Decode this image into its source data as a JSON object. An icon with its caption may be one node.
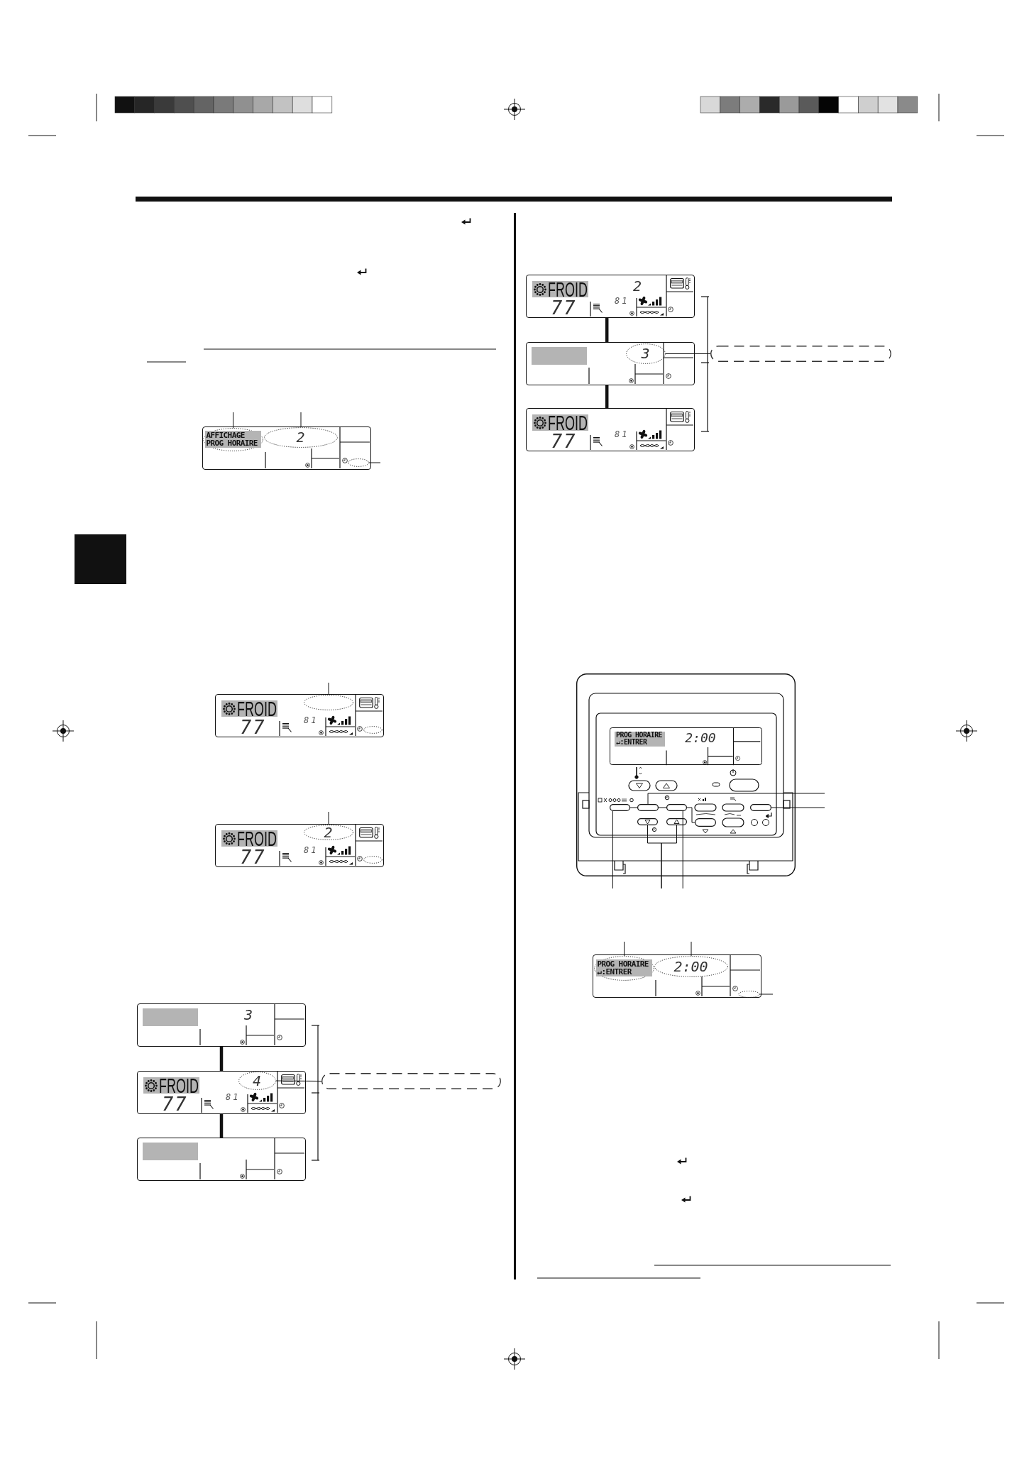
{
  "diagram": {
    "nodes": [
      {
        "text": [],
        "shape": "box"
      },
      {
        "text": [
          "AFFICHAGE PROG HORAIRE"
        ],
        "in": 0
      },
      {
        "text": [
          "2"
        ],
        "in": 0
      },
      {
        "text": [],
        "shape": "ellipse",
        "in": 0
      },
      {
        "text": [],
        "shape": "box"
      },
      {
        "text": [
          "FROID",
          "77",
          "81"
        ]
      },
      {
        "text": [],
        "shape": "ellipse",
        "in": 5
      },
      {
        "text": [],
        "shape": "ellipse",
        "in": 5
      },
      {
        "text": [
          "FROID",
          "77",
          "81"
        ]
      },
      {
        "text": [
          "2"
        ],
        "in": 8
      },
      {
        "text": [],
        "shape": "ellipse",
        "in": 8
      },
      {
        "text": [
          "3"
        ]
      },
      {
        "text": [
          "FROID",
          "77",
          "81"
        ]
      },
      {
        "text": [
          "4"
        ],
        "in": 12
      },
      {
        "text": [],
        "shape": "box"
      },
      {
        "text": [],
        "shape": "box"
      },
      {
        "text": [
          "FROID",
          "2",
          "77",
          "81"
        ]
      },
      {
        "text": [],
        "shape": "box"
      },
      {
        "text": [
          "3"
        ],
        "in": 17
      },
      {
        "text": [],
        "shape": "box"
      },
      {
        "text": [
          "FROID",
          "77",
          "81"
        ]
      },
      {
        "text": [],
        "shape": "picture"
      },
      {
        "text": [
          "PROG HORAIRE ↵:ENTRER",
          "2:00"
        ],
        "in": 21
      },
      {
        "text": [],
        "shape": "box",
        "in": 21
      },
      {
        "text": [],
        "shape": "box",
        "in": 21
      },
      {
        "text": [],
        "shape": "box",
        "in": 21
      },
      {
        "text": [],
        "shape": "box",
        "in": 21
      },
      {
        "text": [],
        "shape": "box",
        "in": 21
      },
      {
        "text": [],
        "shape": "box",
        "in": 21
      },
      {
        "text": [],
        "shape": "box",
        "in": 21
      },
      {
        "text": [],
        "shape": "box"
      },
      {
        "text": [
          "PROG HORAIRE ↵:ENTRER"
        ],
        "in": 30
      },
      {
        "text": [
          "2:00"
        ],
        "in": 30
      },
      {
        "text": [],
        "shape": "ellipse",
        "in": 30
      }
    ],
    "edges": [
      {
        "from": null,
        "to": 1,
        "arrow": "none"
      },
      {
        "from": null,
        "to": 2,
        "arrow": "none"
      },
      {
        "from": null,
        "to": 3,
        "arrow": "none"
      },
      {
        "from": null,
        "to": 6,
        "arrow": "none"
      },
      {
        "from": null,
        "to": 9,
        "arrow": "none"
      },
      {
        "from": 11,
        "to": 12,
        "arrow": "none",
        "style": "thick"
      },
      {
        "from": 12,
        "to": 15,
        "arrow": "none",
        "style": "thick"
      },
      {
        "from": 14,
        "to": 13,
        "arrow": "none"
      },
      {
        "from": 16,
        "to": 17,
        "arrow": "none",
        "style": "thick"
      },
      {
        "from": 17,
        "to": 20,
        "arrow": "none",
        "style": "thick"
      },
      {
        "from": 19,
        "to": 18,
        "arrow": "none"
      },
      {
        "from": null,
        "to": 24,
        "arrow": "none"
      },
      {
        "from": null,
        "to": 26,
        "arrow": "none"
      },
      {
        "from": null,
        "to": 23,
        "arrow": "none"
      },
      {
        "from": null,
        "to": 27,
        "arrow": "none"
      },
      {
        "from": null,
        "to": 28,
        "arrow": "none"
      },
      {
        "from": null,
        "to": 25,
        "arrow": "none"
      },
      {
        "from": null,
        "to": 31,
        "arrow": "none"
      },
      {
        "from": null,
        "to": 32,
        "arrow": "none"
      },
      {
        "from": null,
        "to": 33,
        "arrow": "none"
      },
      {
        "from": 23,
        "to": 24,
        "arrow": "none"
      },
      {
        "from": 24,
        "to": 25,
        "arrow": "none"
      },
      {
        "from": 25,
        "to": 29,
        "arrow": "none"
      }
    ]
  }
}
